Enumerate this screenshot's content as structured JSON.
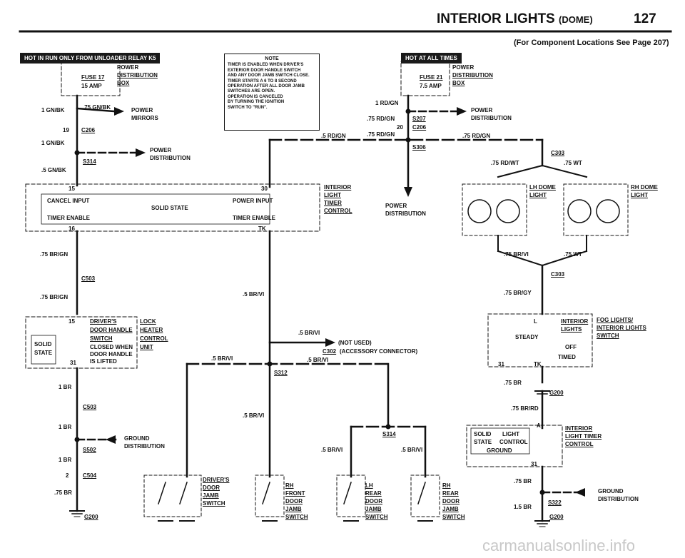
{
  "header": {
    "title": "INTERIOR LIGHTS",
    "title_suffix": "(DOME)",
    "page_number": "127",
    "subtitle": "(For Component Locations See Page 207)"
  },
  "badges": {
    "run_only": "HOT IN RUN ONLY FROM UNLOADER RELAY K5",
    "hot_at_all_times": "HOT AT ALL TIMES"
  },
  "note": {
    "title": "NOTE",
    "lines": [
      "TIMER IS ENABLED WHEN DRIVER'S",
      "EXTERIOR DOOR HANDLE SWITCH",
      "AND ANY DOOR JAMB SWITCH CLOSE.",
      "TIMER STARTS A 6 TO 8 SECOND",
      "OPERATION AFTER ALL DOOR JAMB",
      "SWITCHES ARE OPEN.",
      "OPERATION IS CANCELED",
      "BY TURNING THE IGNITION",
      "SWITCH TO \"RUN\"."
    ]
  },
  "fuses": {
    "fuse17": "FUSE 17",
    "fuse17_rating": "15 AMP",
    "fuse21": "FUSE 21",
    "fuse21_rating": "7.5 AMP",
    "power": "POWER",
    "distribution": "DISTRIBUTION",
    "box": "BOX"
  },
  "wires": {
    "gn_bk_1": "1 GN/BK",
    "gn_bk_75": ".75 GN/BK",
    "gn_bk_5": ".5 GN/BK",
    "gn_bk_1b": "1 GN/BK",
    "rd_gn_1": "1 RD/GN",
    "rd_gn_75a": ".75 RD/GN",
    "rd_gn_75b": ".75 RD/GN",
    "rd_gn_5": ".5 RD/GN",
    "rd_gn_75c": ".75 RD/GN",
    "rd_wt": ".75 RD/WT",
    "wt_75a": ".75 WT",
    "br_vi_75": ".75 BR/VI",
    "wt_75b": ".75 WT",
    "br_gy": ".75 BR/GY",
    "br_gn_a": ".75 BR/GN",
    "br_gn_b": ".75 BR/GN",
    "br_vi_a": ".5 BR/VI",
    "br_vi_b": ".5 BR/VI",
    "br_vi_c": ".5 BR/VI",
    "br_vi_d": ".5 BR/VI",
    "br_vi_e": ".5 BR/VI",
    "br_vi_f": ".5 BR/VI",
    "br_vi_g": ".5 BR/VI",
    "br_1a": "1 BR",
    "br_1b": "1 BR",
    "br_1c": "1 BR",
    "br_75a": ".75 BR",
    "br_75b": ".75 BR",
    "br_rd": ".75 BR/RD",
    "br_75c": ".75 BR",
    "br_15": "1.5 BR"
  },
  "connectors": {
    "c206a": "C206",
    "c206b": "C206",
    "c206a_pin": "19",
    "c206b_pin": "20",
    "s314a": "S314",
    "s207": "S207",
    "s306": "S306",
    "c303a": "C303",
    "c303b": "C303",
    "c503a": "C503",
    "c503b": "C503",
    "s502": "S502",
    "c504": "C504",
    "c504_pin": "2",
    "g200a": "G200",
    "g200b": "G200",
    "g200c": "G200",
    "s312": "S312",
    "s314b": "S314",
    "c302": "C302",
    "s322": "S322"
  },
  "labels": {
    "power_mirrors_1": "POWER",
    "power_mirrors_2": "MIRRORS",
    "power_dist_a1": "POWER",
    "power_dist_a2": "DISTRIBUTION",
    "power_dist_b1": "POWER",
    "power_dist_b2": "DISTRIBUTION",
    "power_dist_c1": "POWER",
    "power_dist_c2": "DISTRIBUTION",
    "ground_dist_a1": "GROUND",
    "ground_dist_a2": "DISTRIBUTION",
    "ground_dist_b1": "GROUND",
    "ground_dist_b2": "DISTRIBUTION",
    "not_used": "(NOT USED)",
    "accessory_connector": "(ACCESSORY CONNECTOR)"
  },
  "timer": {
    "cancel_input": "CANCEL INPUT",
    "solid_state": "SOLID STATE",
    "power_input": "POWER INPUT",
    "timer_enable_a": "TIMER ENABLE",
    "timer_enable_b": "TIMER ENABLE",
    "pin15": "15",
    "pin30": "30",
    "pin16": "16",
    "pinTK": "TK",
    "name1": "INTERIOR",
    "name2": "LIGHT",
    "name3": "TIMER",
    "name4": "CONTROL"
  },
  "lights": {
    "lh_dome_1": "LH DOME",
    "lh_dome_2": "LIGHT",
    "rh_dome_1": "RH DOME",
    "rh_dome_2": "LIGHT"
  },
  "lock_heater": {
    "drivers": "DRIVER'S",
    "door_handle": "DOOR HANDLE",
    "switch": "SWITCH",
    "closed1": "CLOSED WHEN",
    "closed2": "DOOR HANDLE",
    "closed3": "IS LIFTED",
    "solid": "SOLID",
    "state": "STATE",
    "lock": "LOCK",
    "heater": "HEATER",
    "control": "CONTROL",
    "unit": "UNIT",
    "pin15": "15",
    "pin31": "31"
  },
  "fog": {
    "interior": "INTERIOR",
    "lights": "LIGHTS",
    "steady": "STEADY",
    "off": "OFF",
    "timed": "TIMED",
    "pinL": "L",
    "pin31": "31",
    "pinTK": "TK",
    "name1": "FOG LIGHTS/",
    "name2": "INTERIOR LIGHTS",
    "name3": "SWITCH"
  },
  "light_timer": {
    "solid": "SOLID",
    "state": "STATE",
    "light": "LIGHT",
    "control": "CONTROL",
    "ground": "GROUND",
    "pinA": "A",
    "pin31": "31",
    "name1": "INTERIOR",
    "name2": "LIGHT TIMER",
    "name3": "CONTROL"
  },
  "door_switches": {
    "drivers": [
      "DRIVER'S",
      "DOOR",
      "JAMB",
      "SWITCH"
    ],
    "rh_front": [
      "RH",
      "FRONT",
      "DOOR",
      "JAMB",
      "SWITCH"
    ],
    "lh_rear": [
      "LH",
      "REAR",
      "DOOR",
      "JAMB",
      "SWITCH"
    ],
    "rh_rear": [
      "RH",
      "REAR",
      "DOOR",
      "JAMB",
      "SWITCH"
    ]
  },
  "watermark": "carmanualsonline.info"
}
